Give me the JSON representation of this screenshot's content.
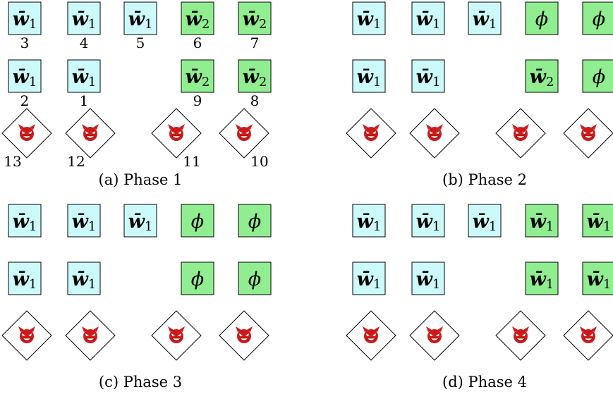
{
  "colors": {
    "light_blue": "#ccfafa",
    "green": "#90ee90",
    "diamond_fill": "#ffffff",
    "devil_red": "#cc1a1a"
  },
  "icon_names": {
    "node": "devil-icon"
  },
  "panels": [
    {
      "caption": "(a) Phase 1",
      "row1": [
        {
          "sym": "w̄",
          "sub": "1",
          "color": "light_blue",
          "idx": "3"
        },
        {
          "sym": "w̄",
          "sub": "1",
          "color": "light_blue",
          "idx": "4"
        },
        {
          "sym": "w̄",
          "sub": "1",
          "color": "light_blue",
          "idx": "5"
        },
        {
          "sym": "w̄",
          "sub": "2",
          "color": "green",
          "idx": "6"
        },
        {
          "sym": "w̄",
          "sub": "2",
          "color": "green",
          "idx": "7"
        }
      ],
      "row2": [
        {
          "sym": "w̄",
          "sub": "1",
          "color": "light_blue",
          "idx": "2"
        },
        {
          "sym": "w̄",
          "sub": "1",
          "color": "light_blue",
          "idx": "1"
        },
        null,
        {
          "sym": "w̄",
          "sub": "2",
          "color": "green",
          "idx": "9"
        },
        {
          "sym": "w̄",
          "sub": "2",
          "color": "green",
          "idx": "8"
        }
      ],
      "diamonds": [
        "13",
        "12",
        "11",
        "10"
      ]
    },
    {
      "caption": "(b) Phase 2",
      "row1": [
        {
          "sym": "w̄",
          "sub": "1",
          "color": "light_blue",
          "idx": ""
        },
        {
          "sym": "w̄",
          "sub": "1",
          "color": "light_blue",
          "idx": ""
        },
        {
          "sym": "w̄",
          "sub": "1",
          "color": "light_blue",
          "idx": ""
        },
        {
          "sym": "ϕ",
          "sub": "",
          "color": "green",
          "idx": ""
        },
        {
          "sym": "ϕ",
          "sub": "",
          "color": "green",
          "idx": ""
        }
      ],
      "row2": [
        {
          "sym": "w̄",
          "sub": "1",
          "color": "light_blue",
          "idx": ""
        },
        {
          "sym": "w̄",
          "sub": "1",
          "color": "light_blue",
          "idx": ""
        },
        null,
        {
          "sym": "w̄",
          "sub": "2",
          "color": "green",
          "idx": ""
        },
        {
          "sym": "ϕ",
          "sub": "",
          "color": "green",
          "idx": ""
        }
      ],
      "diamonds": [
        "",
        "",
        "",
        ""
      ]
    },
    {
      "caption": "(c) Phase 3",
      "row1": [
        {
          "sym": "w̄",
          "sub": "1",
          "color": "light_blue",
          "idx": ""
        },
        {
          "sym": "w̄",
          "sub": "1",
          "color": "light_blue",
          "idx": ""
        },
        {
          "sym": "w̄",
          "sub": "1",
          "color": "light_blue",
          "idx": ""
        },
        {
          "sym": "ϕ",
          "sub": "",
          "color": "green",
          "idx": ""
        },
        {
          "sym": "ϕ",
          "sub": "",
          "color": "green",
          "idx": ""
        }
      ],
      "row2": [
        {
          "sym": "w̄",
          "sub": "1",
          "color": "light_blue",
          "idx": ""
        },
        {
          "sym": "w̄",
          "sub": "1",
          "color": "light_blue",
          "idx": ""
        },
        null,
        {
          "sym": "ϕ",
          "sub": "",
          "color": "green",
          "idx": ""
        },
        {
          "sym": "ϕ",
          "sub": "",
          "color": "green",
          "idx": ""
        }
      ],
      "diamonds": [
        "",
        "",
        "",
        ""
      ]
    },
    {
      "caption": "(d) Phase 4",
      "row1": [
        {
          "sym": "w̄",
          "sub": "1",
          "color": "light_blue",
          "idx": ""
        },
        {
          "sym": "w̄",
          "sub": "1",
          "color": "light_blue",
          "idx": ""
        },
        {
          "sym": "w̄",
          "sub": "1",
          "color": "light_blue",
          "idx": ""
        },
        {
          "sym": "w̄",
          "sub": "1",
          "color": "green",
          "idx": ""
        },
        {
          "sym": "w̄",
          "sub": "1",
          "color": "green",
          "idx": ""
        }
      ],
      "row2": [
        {
          "sym": "w̄",
          "sub": "1",
          "color": "light_blue",
          "idx": ""
        },
        {
          "sym": "w̄",
          "sub": "1",
          "color": "light_blue",
          "idx": ""
        },
        null,
        {
          "sym": "w̄",
          "sub": "1",
          "color": "green",
          "idx": ""
        },
        {
          "sym": "w̄",
          "sub": "1",
          "color": "green",
          "idx": ""
        }
      ],
      "diamonds": [
        "",
        "",
        "",
        ""
      ]
    }
  ]
}
